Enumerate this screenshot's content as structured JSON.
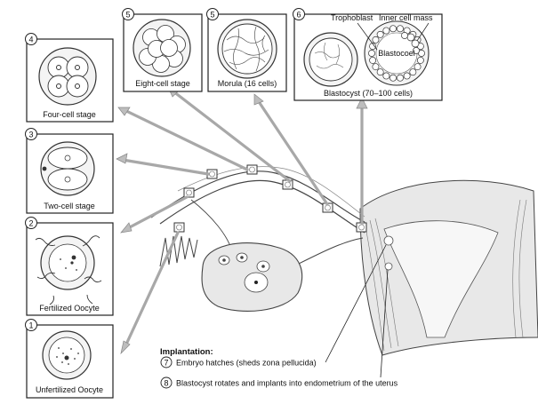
{
  "stages": {
    "s1": {
      "number": "1",
      "label": "Unfertilized Oocyte"
    },
    "s2": {
      "number": "2",
      "label": "Fertilized Oocyte"
    },
    "s3": {
      "number": "3",
      "label": "Two-cell stage"
    },
    "s4": {
      "number": "4",
      "label": "Four-cell stage"
    },
    "s5a": {
      "number": "5",
      "label": "Eight-cell stage"
    },
    "s5b": {
      "number": "5",
      "label": "Morula (16 cells)"
    },
    "s6": {
      "number": "6",
      "label": "Blastocyst (70–100 cells)",
      "trophoblast": "Trophoblast",
      "inner_cell_mass": "Inner cell mass",
      "blastocoel": "Blastocoel"
    }
  },
  "implantation": {
    "title": "Implantation:",
    "step7": {
      "number": "7",
      "text": "Embryo hatches (sheds zona pellucida)"
    },
    "step8": {
      "number": "8",
      "text": "Blastocyst rotates and implants into endometrium of the uterus"
    }
  },
  "colors": {
    "box_stroke": "#222222",
    "arrow_fill": "#bdbdbd",
    "arrow_stroke": "#8a8a8a",
    "tissue_fill": "#e8e8e8",
    "tissue_stroke": "#444444",
    "cell_fill": "#f2f2f2"
  }
}
